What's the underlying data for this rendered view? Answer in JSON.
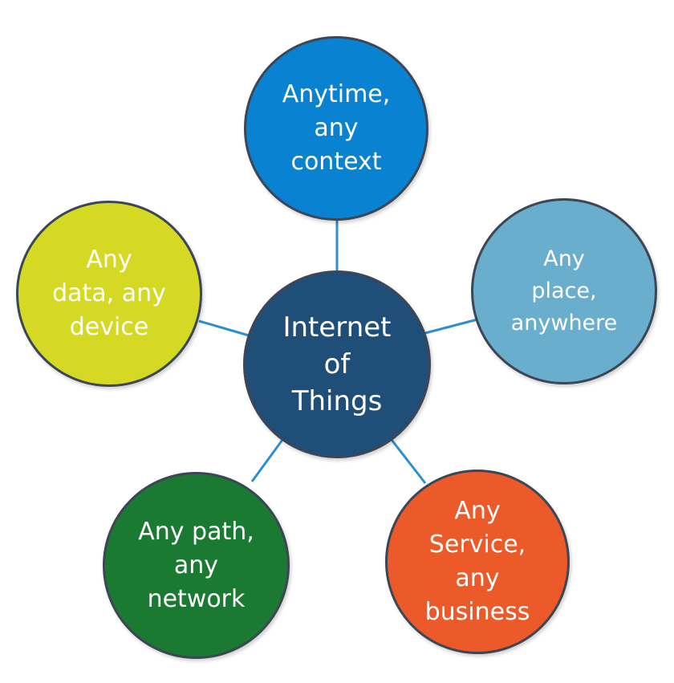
{
  "diagram": {
    "center": {
      "label": "Internet\nof\nThings",
      "color": "#1f4e79"
    },
    "satellites": [
      {
        "id": "top",
        "label": "Anytime,\nany\ncontext",
        "color": "#0a82d2"
      },
      {
        "id": "right",
        "label": "Any\nplace,\nanywhere",
        "color": "#6aaecd"
      },
      {
        "id": "bottom-right",
        "label": "Any\nService,\nany\nbusiness",
        "color": "#eb5a28"
      },
      {
        "id": "bottom-left",
        "label": "Any path,\nany\nnetwork",
        "color": "#1a7a32"
      },
      {
        "id": "left",
        "label": "Any\ndata, any\ndevice",
        "color": "#d5d923"
      }
    ],
    "connector_color": "#2e8fd0"
  }
}
